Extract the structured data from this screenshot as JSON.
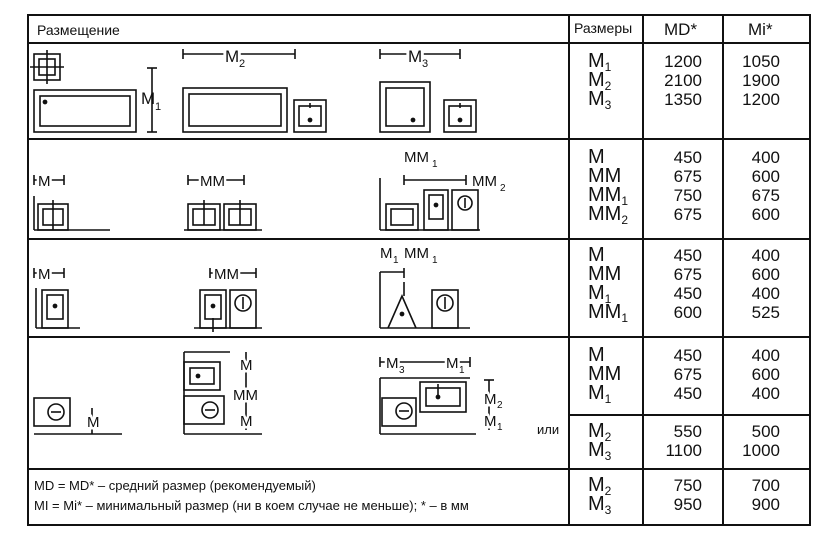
{
  "header": {
    "placement": "Размещение",
    "sizes": "Размеры",
    "md": "MD*",
    "mi": "Mi*"
  },
  "rows": [
    {
      "labels": [
        [
          "M",
          "1"
        ],
        [
          "M",
          "2"
        ],
        [
          "M",
          "3"
        ]
      ],
      "md": [
        "1200",
        "2100",
        "1350"
      ],
      "mi": [
        "1050",
        "1900",
        "1200"
      ]
    },
    {
      "labels": [
        [
          "M",
          ""
        ],
        [
          "MM",
          ""
        ],
        [
          "MM",
          "1"
        ],
        [
          "MM",
          "2"
        ]
      ],
      "md": [
        "450",
        "675",
        "750",
        "675"
      ],
      "mi": [
        "400",
        "600",
        "675",
        "600"
      ]
    },
    {
      "labels": [
        [
          "M",
          ""
        ],
        [
          "MM",
          ""
        ],
        [
          "M",
          "1"
        ],
        [
          "MM",
          "1"
        ]
      ],
      "md": [
        "450",
        "675",
        "450",
        "600"
      ],
      "mi": [
        "400",
        "600",
        "400",
        "525"
      ]
    },
    {
      "labels": [
        [
          "M",
          ""
        ],
        [
          "MM",
          ""
        ],
        [
          "M",
          "1"
        ]
      ],
      "md": [
        "450",
        "675",
        "450"
      ],
      "mi": [
        "400",
        "600",
        "400"
      ]
    },
    {
      "labels": [
        [
          "M",
          "2"
        ],
        [
          "M",
          "3"
        ]
      ],
      "md": [
        "550",
        "1100"
      ],
      "mi": [
        "500",
        "1000"
      ]
    },
    {
      "labels": [
        [
          "M",
          "2"
        ],
        [
          "M",
          "3"
        ]
      ],
      "md": [
        "750",
        "950"
      ],
      "mi": [
        "700",
        "900"
      ]
    }
  ],
  "drawing_labels": {
    "m1": "M1",
    "m2": "M2",
    "m3": "M3",
    "m": "M",
    "mm": "MM",
    "mm1": "MM1",
    "mm2": "MM2",
    "m1mm1": "M1 MM1",
    "m3m1": "M3 M1"
  },
  "or_label": "или",
  "notes": [
    "MD =  MD* – средний размер (рекомендуемый)",
    "MI  =  Mi* – минимальный размер (ни в коем случае не меньше);  * – в мм"
  ]
}
